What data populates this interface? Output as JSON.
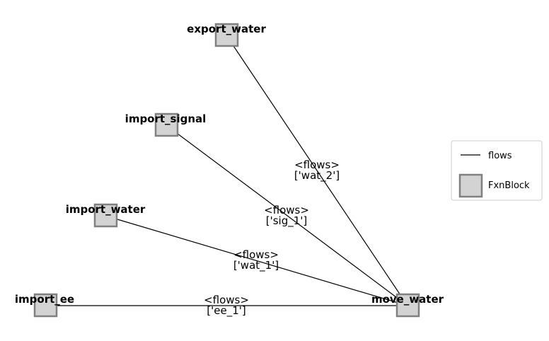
{
  "nodes": [
    {
      "id": "export_water",
      "label": "export_water"
    },
    {
      "id": "import_signal",
      "label": "import_signal"
    },
    {
      "id": "import_water",
      "label": "import_water"
    },
    {
      "id": "import_ee",
      "label": "import_ee"
    },
    {
      "id": "move_water",
      "label": "move_water"
    }
  ],
  "edges": [
    {
      "from": "export_water",
      "to": "move_water",
      "type": "<flows>",
      "names": "['wat_2']"
    },
    {
      "from": "import_signal",
      "to": "move_water",
      "type": "<flows>",
      "names": "['sig_1']"
    },
    {
      "from": "import_water",
      "to": "move_water",
      "type": "<flows>",
      "names": "['wat_1']"
    },
    {
      "from": "import_ee",
      "to": "move_water",
      "type": "<flows>",
      "names": "['ee_1']"
    }
  ],
  "legend": {
    "edge_label": "flows",
    "node_label": "FxnBlock"
  },
  "colors": {
    "node_fill": "#d3d3d3",
    "node_stroke": "#808080",
    "edge": "#000000"
  }
}
